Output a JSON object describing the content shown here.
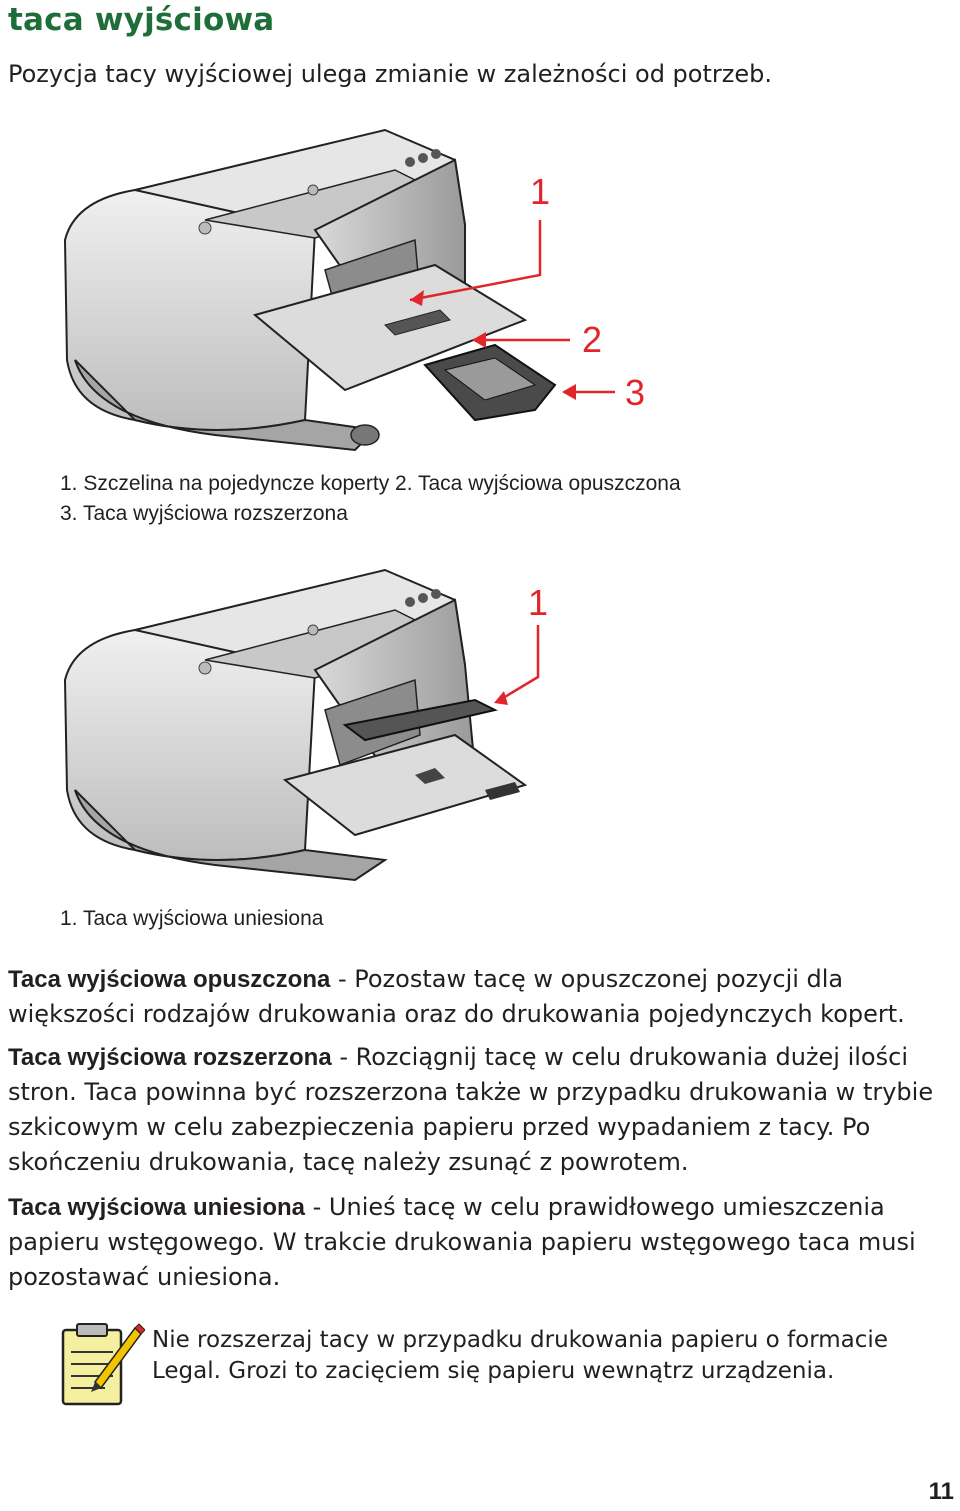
{
  "heading": "taca wyjściowa",
  "intro": "Pozycja tacy wyjściowej ulega zmianie w zależności od potrzeb.",
  "figure1": {
    "callouts": [
      "1",
      "2",
      "3"
    ],
    "caption_line1": "1. Szczelina na pojedyncze koperty 2. Taca wyjściowa opuszczona",
    "caption_line2": "3. Taca wyjściowa rozszerzona"
  },
  "figure2": {
    "callouts": [
      "1"
    ],
    "caption": "1. Taca wyjściowa uniesiona"
  },
  "paragraphs": [
    {
      "term": "Taca wyjściowa opuszczona",
      "text": " - Pozostaw tacę w opuszczonej pozycji dla większości rodzajów drukowania oraz do drukowania pojedynczych kopert."
    },
    {
      "term": "Taca wyjściowa rozszerzona",
      "text": " - Rozciągnij tacę w celu drukowania dużej ilości stron. Taca powinna być rozszerzona także w przypadku drukowania w trybie szkicowym w celu zabezpieczenia papieru przed wypadaniem z tacy. Po skończeniu drukowania, tacę należy zsunąć z powrotem."
    },
    {
      "term": "Taca wyjściowa uniesiona",
      "text": " - Unieś tacę w celu prawidłowego umieszczenia papieru wstęgowego. W trakcie drukowania papieru wstęgowego taca musi pozostawać uniesiona."
    }
  ],
  "note": {
    "icon": "notepad-pencil-icon",
    "text": "Nie rozszerzaj tacy w przypadku drukowania papieru o formacie Legal. Grozi to zacięciem się papieru wewnątrz urządzenia."
  },
  "page_number": "11",
  "colors": {
    "heading": "#1f6e3a",
    "callout": "#e0262b",
    "text": "#231f20"
  }
}
